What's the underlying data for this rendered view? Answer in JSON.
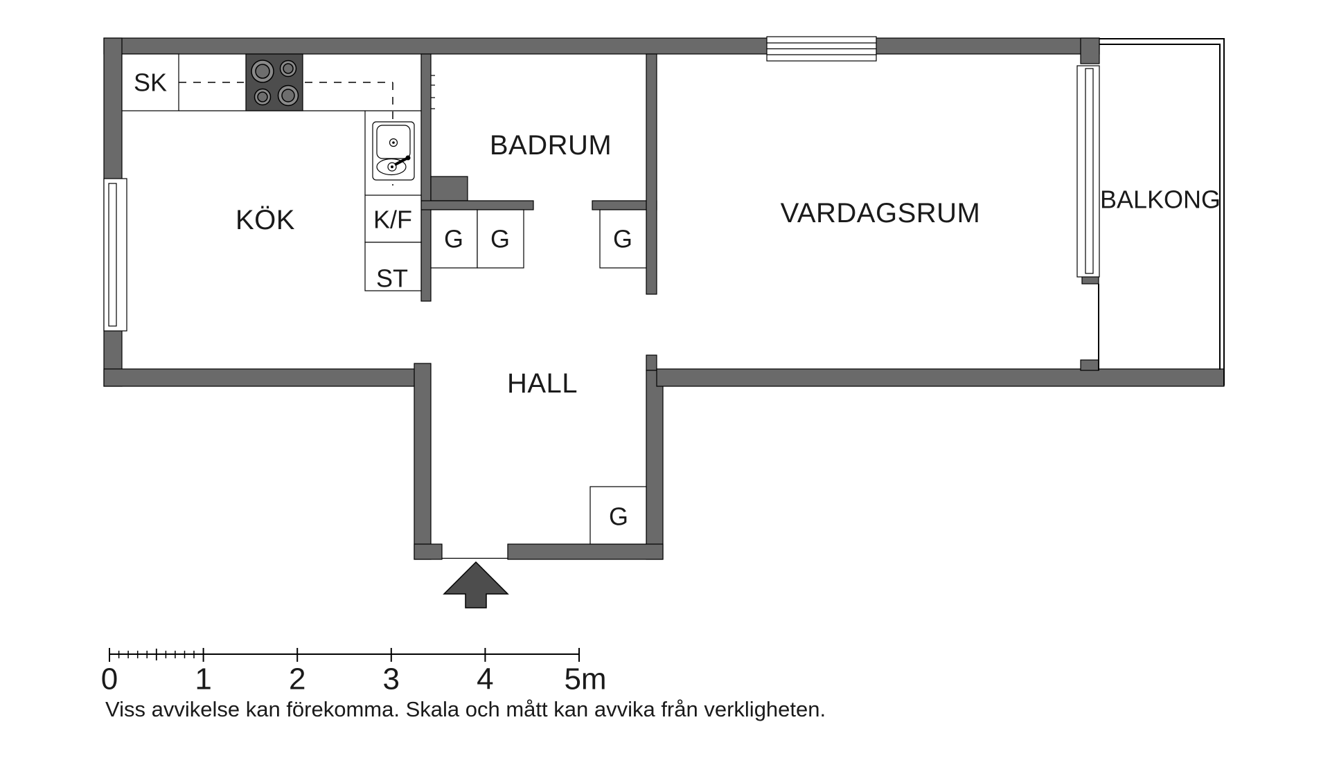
{
  "plan": {
    "rooms": {
      "kok": "KÖK",
      "badrum": "BADRUM",
      "vardagsrum": "VARDAGSRUM",
      "hall": "HALL",
      "balkong": "BALKONG"
    },
    "fixtures": {
      "sk": "SK",
      "kf": "K/F",
      "st": "ST"
    },
    "wardrobes": [
      "G",
      "G",
      "G",
      "G"
    ]
  },
  "scale_bar": {
    "labels": [
      "0",
      "1",
      "2",
      "3",
      "4",
      "5m"
    ]
  },
  "disclaimer": "Viss avvikelse kan förekomma. Skala och mått kan avvika från verkligheten.",
  "colors": {
    "wall": "#6a6a6a",
    "stove": "#4d4d4d",
    "arrow": "#4d4d4d",
    "outline": "#000000",
    "text": "#1a1a1a",
    "background": "#ffffff"
  }
}
